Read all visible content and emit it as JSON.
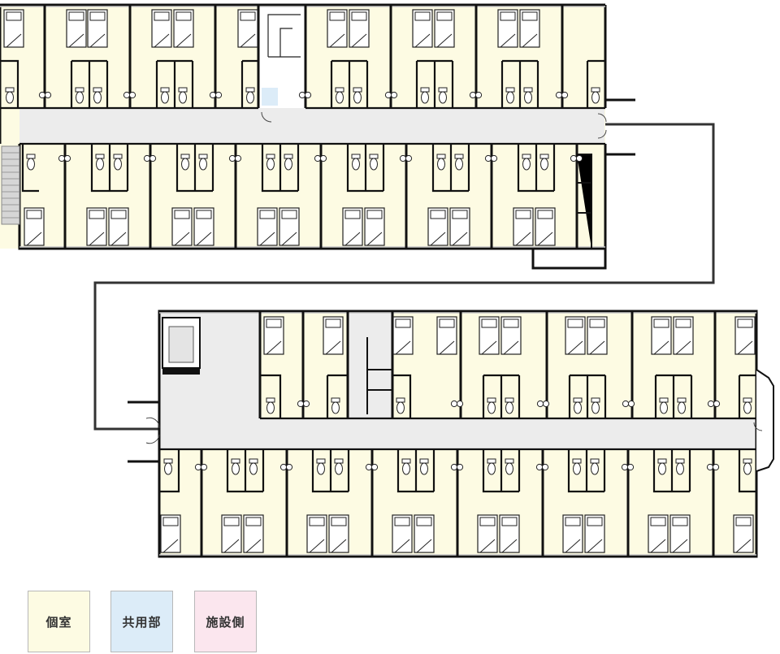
{
  "colors": {
    "private_room": "#fdfbe3",
    "shared": "#dcecf8",
    "facility": "#fbe6ee",
    "corridor": "#ececec",
    "wall": "#111111",
    "window": "#c8c8c8"
  },
  "icons": [
    "bed-icon",
    "toilet-icon",
    "sink-icon",
    "stairs-icon",
    "door-swing-icon",
    "elevator-icon"
  ],
  "legend": [
    {
      "label": "個室",
      "color_key": "private_room"
    },
    {
      "label": "共用部",
      "color_key": "shared"
    },
    {
      "label": "施設側",
      "color_key": "facility"
    }
  ]
}
